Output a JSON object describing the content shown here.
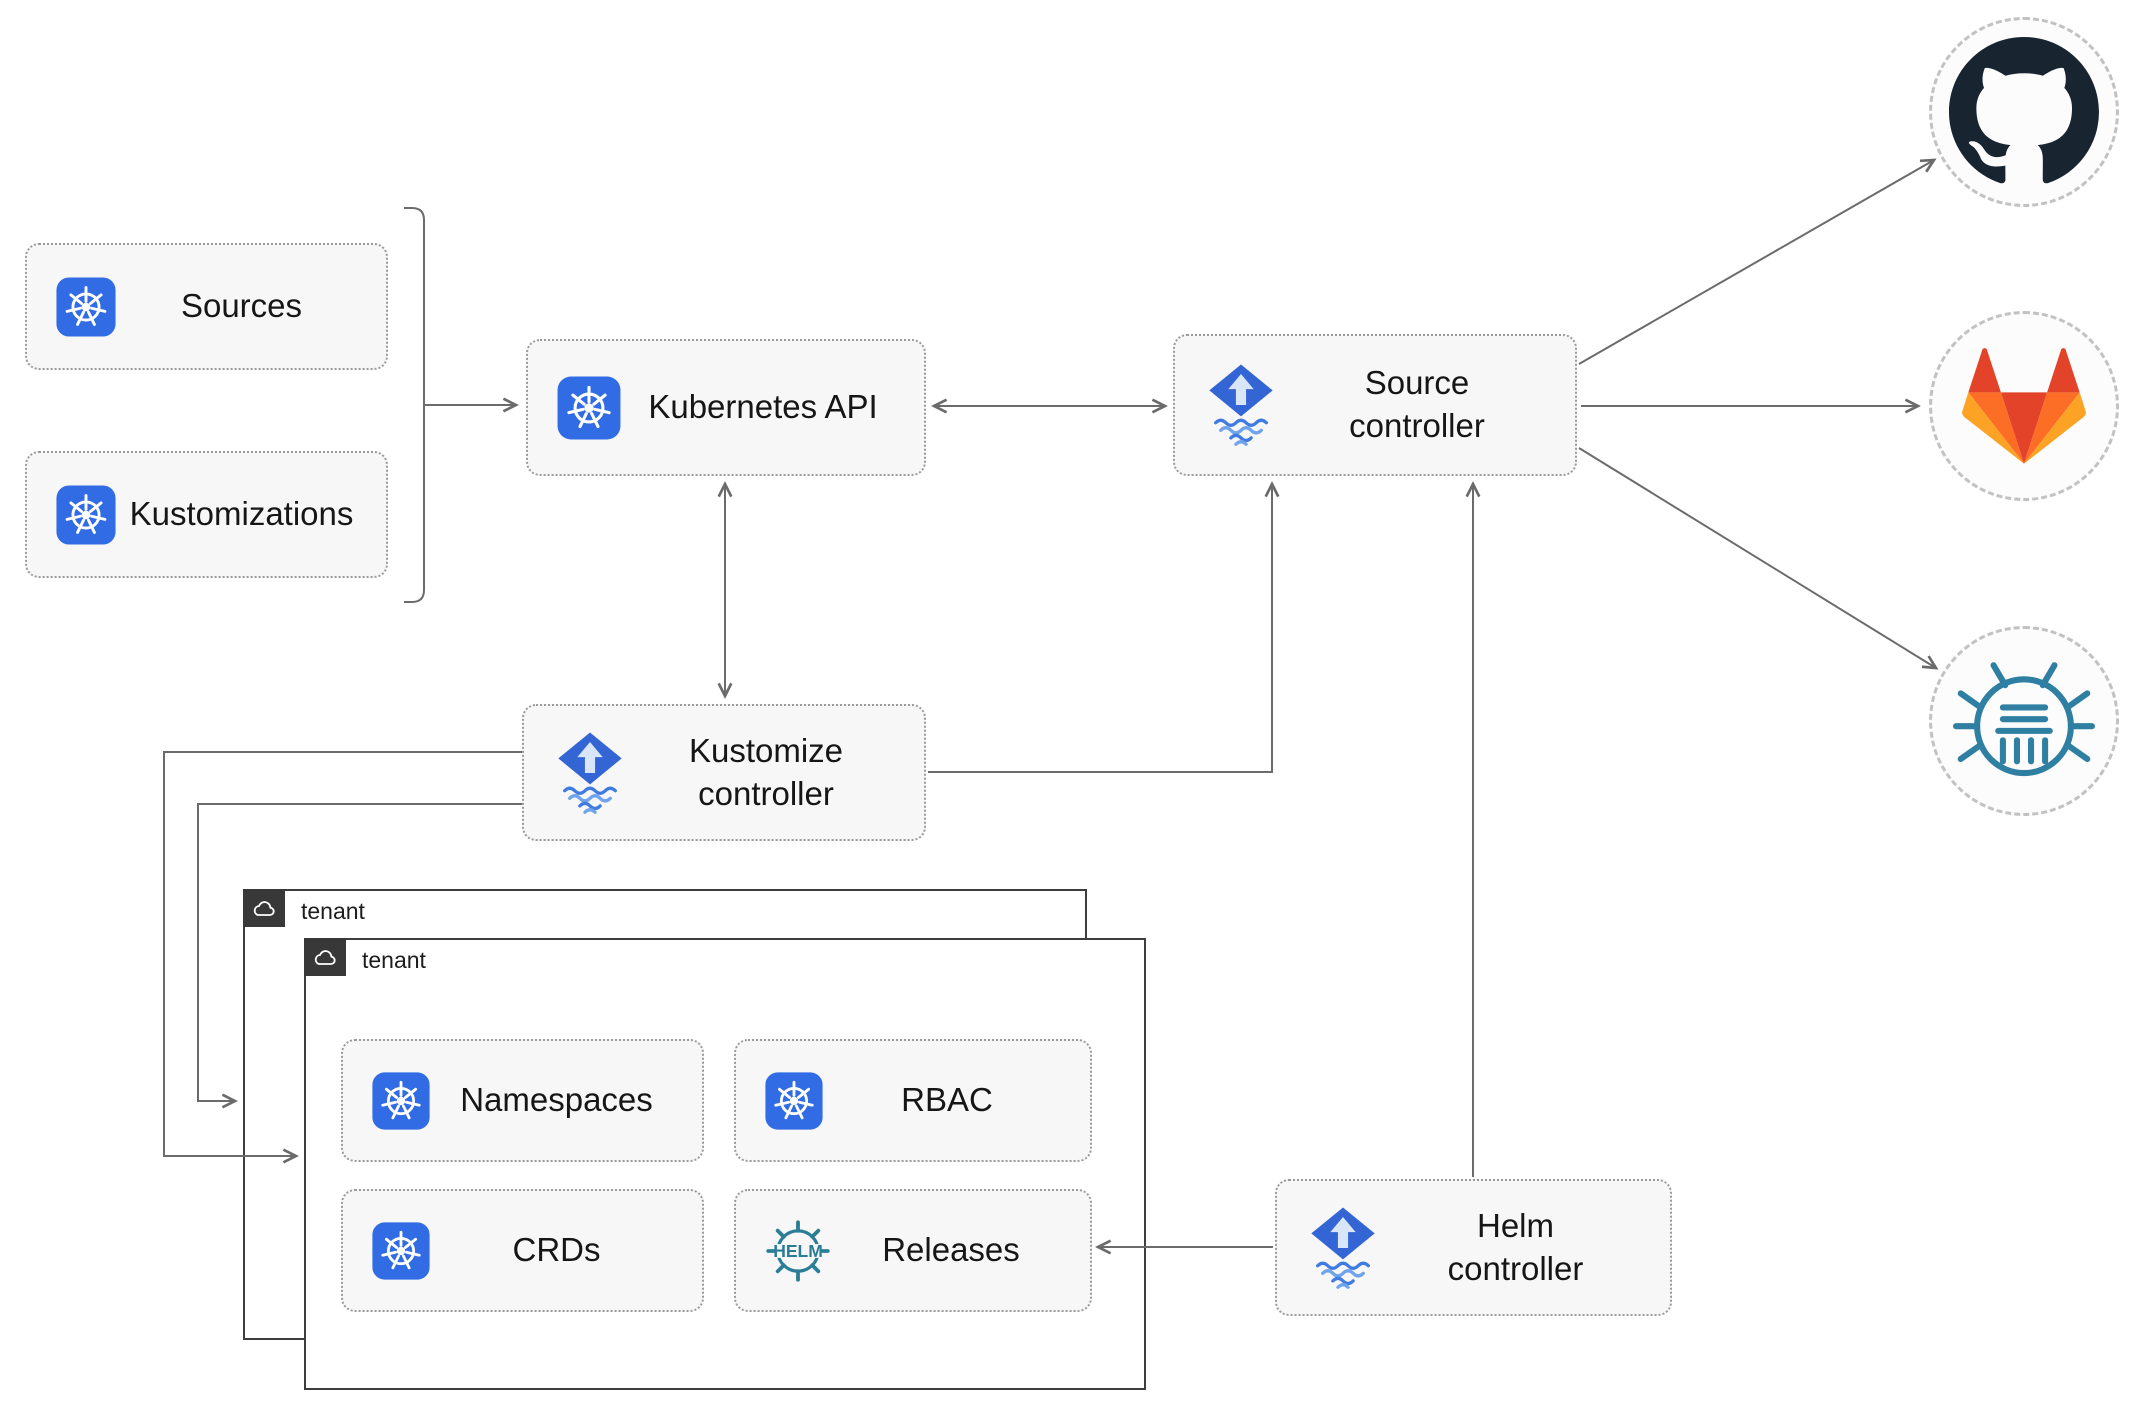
{
  "colors": {
    "kubernetes_blue": "#326ce5",
    "flux_blue": "#3465d4",
    "flux_wave_blue": "#3f7be0",
    "helm_teal": "#2a7d95",
    "github_dark": "#182430",
    "gitlab_red": "#e24329",
    "gitlab_orange": "#fc6d26",
    "gitlab_yellow": "#fca326",
    "registry_blue": "#2f7fa3",
    "arrow_gray": "#6b6b6b"
  },
  "nodes": {
    "sources": {
      "label": "Sources",
      "icon": "kubernetes-icon"
    },
    "kustomizations": {
      "label": "Kustomizations",
      "icon": "kubernetes-icon"
    },
    "kubernetes_api": {
      "label": "Kubernetes API",
      "icon": "kubernetes-icon"
    },
    "source_controller": {
      "label": "Source\ncontroller",
      "icon": "flux-icon"
    },
    "kustomize_controller": {
      "label": "Kustomize\ncontroller",
      "icon": "flux-icon"
    },
    "helm_controller": {
      "label": "Helm\ncontroller",
      "icon": "flux-icon"
    },
    "namespaces": {
      "label": "Namespaces",
      "icon": "kubernetes-icon"
    },
    "rbac": {
      "label": "RBAC",
      "icon": "kubernetes-icon"
    },
    "crds": {
      "label": "CRDs",
      "icon": "kubernetes-icon"
    },
    "releases": {
      "label": "Releases",
      "icon": "helm-icon"
    }
  },
  "groups": {
    "tenant_back": {
      "label": "tenant"
    },
    "tenant_front": {
      "label": "tenant"
    }
  },
  "external_endpoints": [
    {
      "name": "github"
    },
    {
      "name": "gitlab"
    },
    {
      "name": "container-registry"
    }
  ],
  "helm_logo_text": "HELM"
}
